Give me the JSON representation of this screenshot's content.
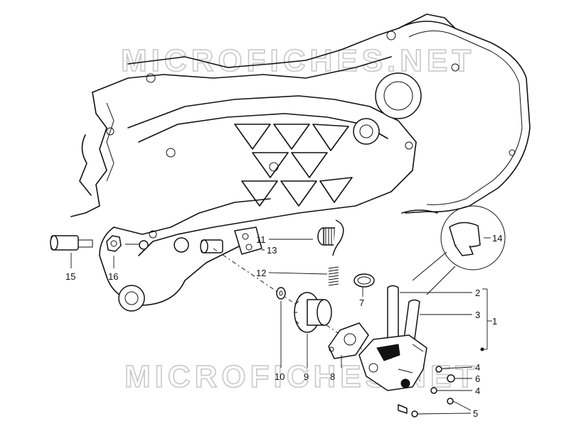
{
  "watermark": {
    "text": "MICROFICHES.NET"
  },
  "callouts": {
    "c1": "1",
    "c2": "2",
    "c3": "3",
    "c4a": "4",
    "c4b": "4",
    "c5": "5",
    "c6": "6",
    "c7": "7",
    "c8": "8",
    "c9": "9",
    "c10": "10",
    "c11": "11",
    "c12": "12",
    "c13": "13",
    "c14": "14",
    "c15": "15",
    "c16": "16"
  }
}
